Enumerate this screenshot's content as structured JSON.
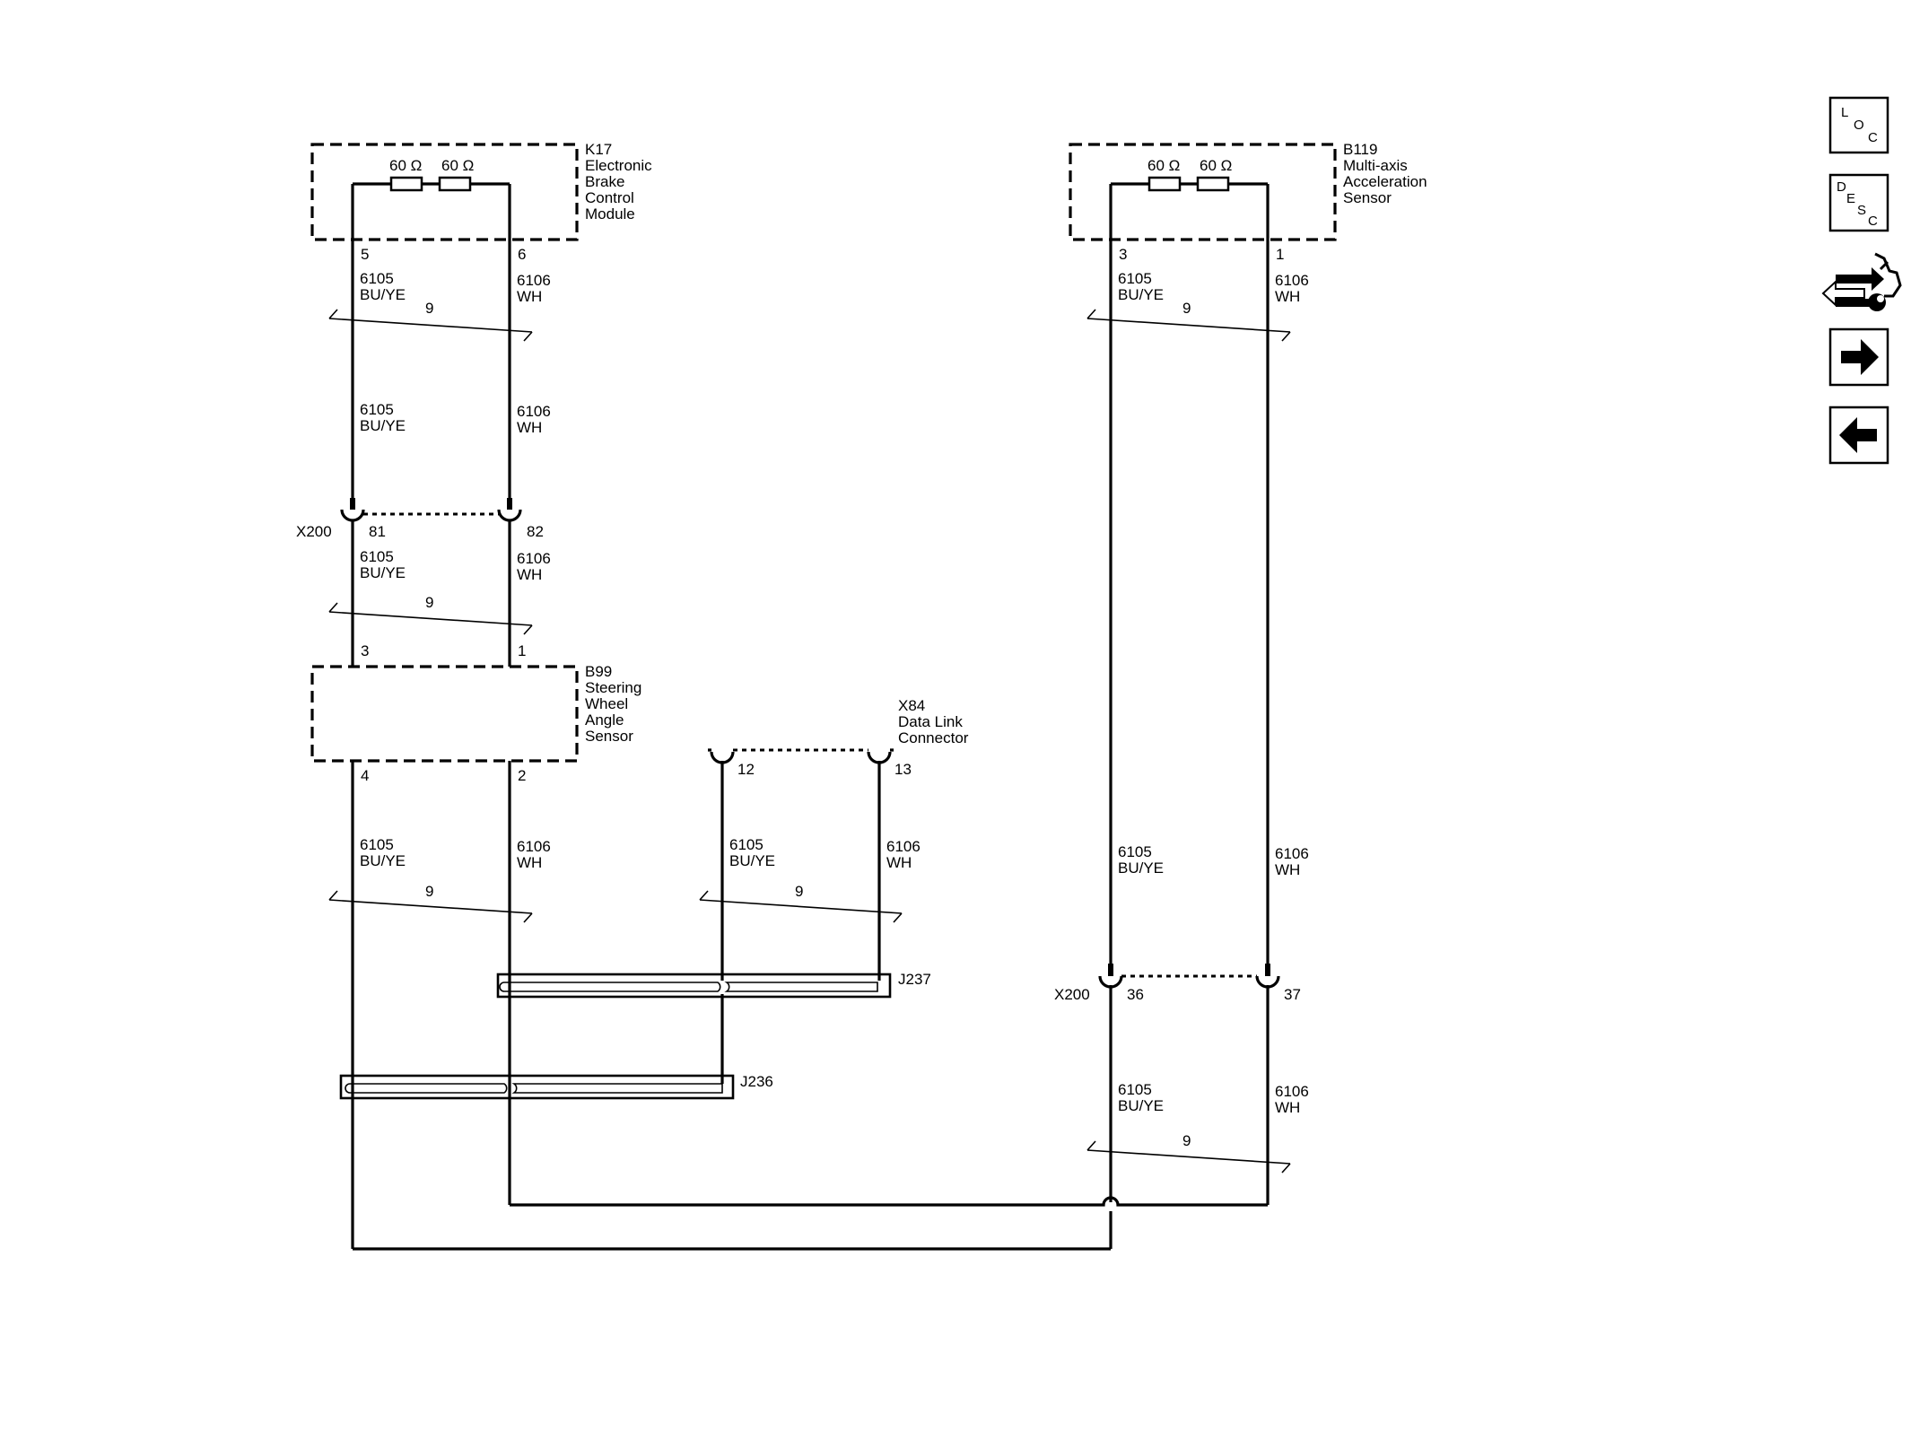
{
  "components": {
    "k17": {
      "lines": [
        "K17",
        "Electronic",
        "Brake",
        "Control",
        "Module"
      ],
      "res_left": "60 Ω",
      "res_right": "60 Ω",
      "pin_left": "5",
      "pin_right": "6"
    },
    "b119": {
      "lines": [
        "B119",
        "Multi-axis",
        "Acceleration",
        "Sensor"
      ],
      "res_left": "60 Ω",
      "res_right": "60 Ω",
      "pin_left": "3",
      "pin_right": "1"
    },
    "b99": {
      "lines": [
        "B99",
        "Steering",
        "Wheel",
        "Angle",
        "Sensor"
      ],
      "pin_top_left": "3",
      "pin_top_right": "1",
      "pin_bot_left": "4",
      "pin_bot_right": "2"
    },
    "x84": {
      "lines": [
        "X84",
        "Data Link",
        "Connector"
      ],
      "pin_left": "12",
      "pin_right": "13"
    }
  },
  "connectors": {
    "x200_upper": {
      "name": "X200",
      "pin_left": "81",
      "pin_right": "82"
    },
    "x200_lower": {
      "name": "X200",
      "pin_left": "36",
      "pin_right": "37"
    }
  },
  "splices": {
    "j237": "J237",
    "j236": "J236"
  },
  "wires": {
    "circuit_a": "6105",
    "color_a": "BU/YE",
    "circuit_b": "6106",
    "color_b": "WH",
    "twist": "9"
  },
  "nav": {
    "loc": {
      "letters": [
        "L",
        "O",
        "C"
      ],
      "icon": "loc-icon"
    },
    "desc": {
      "letters": [
        "D",
        "E",
        "S",
        "C"
      ],
      "icon": "desc-icon"
    },
    "connector_end_view": {
      "icon": "connector-wrench-icon"
    },
    "next": {
      "icon": "arrow-right-icon"
    },
    "previous": {
      "icon": "arrow-left-icon"
    }
  }
}
